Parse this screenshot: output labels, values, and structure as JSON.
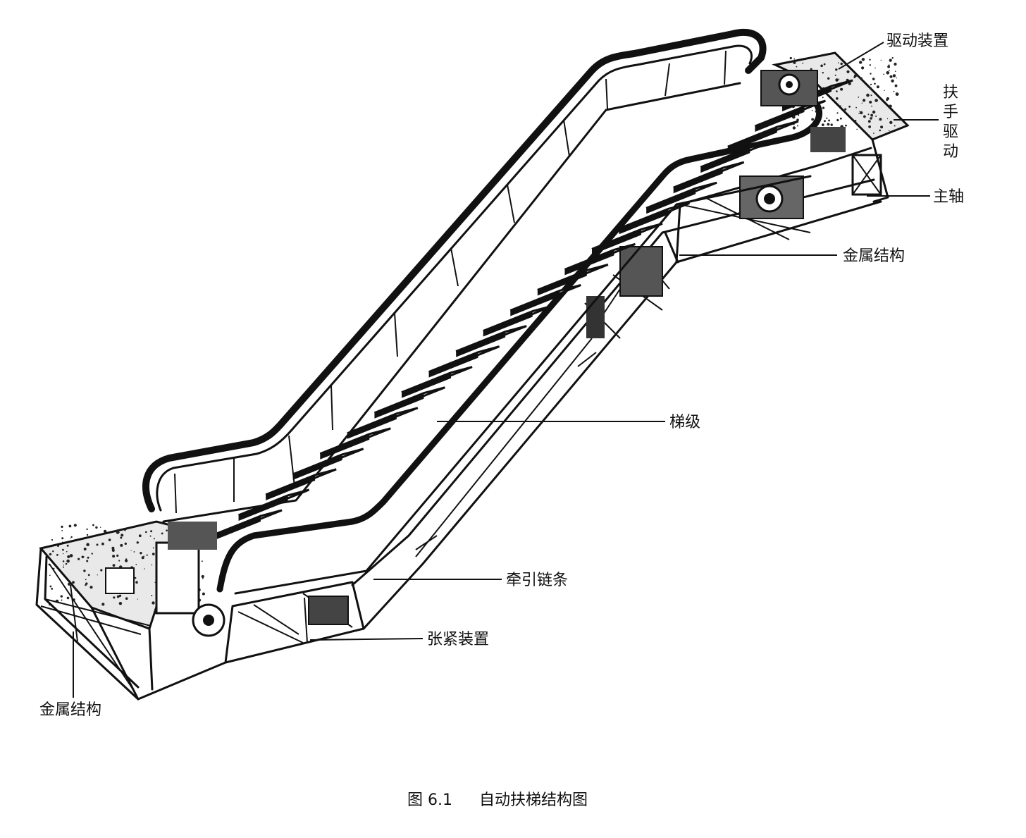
{
  "labels": {
    "drive_unit": "驱动装置",
    "handrail_drive": [
      "扶",
      "手",
      "驱",
      "动"
    ],
    "main_shaft": "主轴",
    "metal_structure_upper": "金属结构",
    "steps": "梯级",
    "traction_chain": "牵引链条",
    "tensioning_device": "张紧装置",
    "metal_structure_lower": "金属结构"
  },
  "caption": {
    "number": "图 6.1",
    "title": "自动扶梯结构图"
  }
}
